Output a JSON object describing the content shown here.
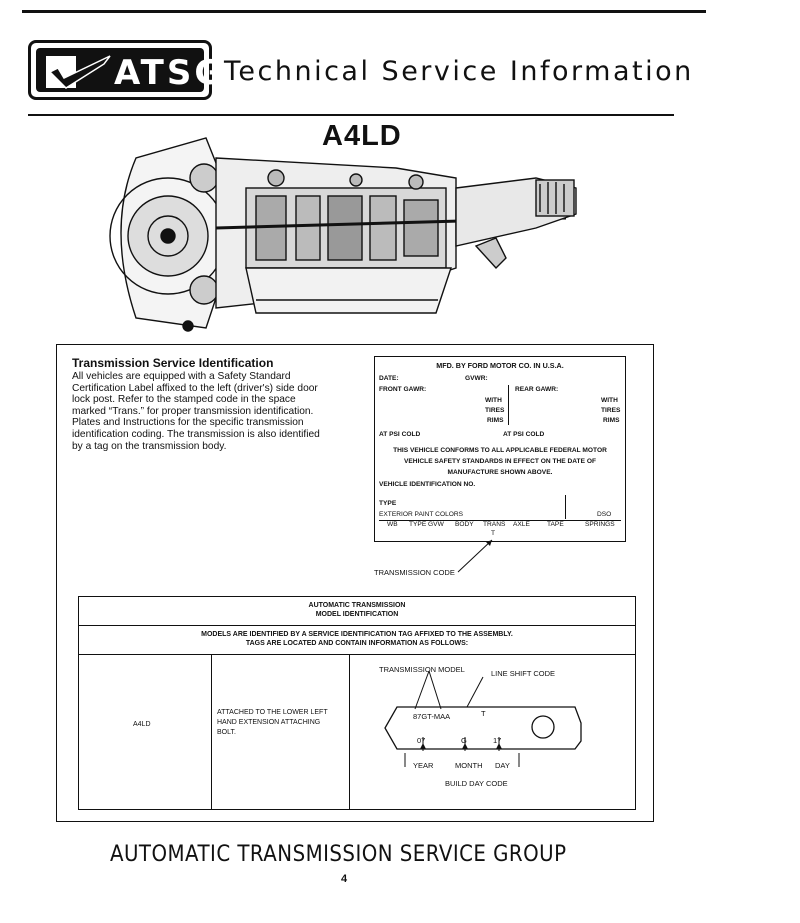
{
  "header": {
    "logo_text": "ATSG",
    "title": "Technical Service Information"
  },
  "doc_title": "A4LD",
  "service_id": {
    "heading": "Transmission Service Identification",
    "paragraph1": "All vehicles are equipped with a Safety Standard Certification Label affixed to the left (driver's) side door lock post. Refer to the stamped code in the space marked “Trans.” for proper transmission identification.",
    "paragraph2": "Plates and Instructions for the specific transmission identification coding. The transmission is also identified by a tag on the transmission body."
  },
  "label_plate": {
    "manufacturer": "MFD. BY FORD MOTOR CO. IN U.S.A.",
    "date": "DATE:",
    "gvwr": "GVWR:",
    "front_gawr": "FRONT GAWR:",
    "rear_gawr": "REAR GAWR:",
    "with": "WITH",
    "tires": "TIRES",
    "rims": "RIMS",
    "at_psi_cold": "AT    PSI COLD",
    "conformance_line1": "THIS VEHICLE CONFORMS TO ALL APPLICABLE FEDERAL MOTOR",
    "conformance_line2": "VEHICLE SAFETY STANDARDS IN EFFECT ON THE DATE OF",
    "conformance_line3": "MANUFACTURE SHOWN ABOVE.",
    "vin": "VEHICLE IDENTIFICATION NO.",
    "type": "TYPE",
    "exterior_paint": "EXTERIOR PAINT COLORS",
    "dso": "DSO",
    "code_columns": [
      "WB",
      "TYPE GVW",
      "BODY",
      "TRANS",
      "AXLE",
      "TAPE",
      "SPRINGS"
    ],
    "trans_value": "T"
  },
  "transmission_code_label": "TRANSMISSION CODE",
  "tag_table": {
    "title_line1": "AUTOMATIC TRANSMISSION",
    "title_line2": "MODEL IDENTIFICATION",
    "note_line1": "MODELS ARE IDENTIFIED BY A SERVICE IDENTIFICATION TAG AFFIXED TO THE ASSEMBLY.",
    "note_line2": "TAGS ARE LOCATED AND CONTAIN INFORMATION AS FOLLOWS:",
    "model": "A4LD",
    "location_line1": "ATTACHED TO THE LOWER LEFT",
    "location_line2": "HAND EXTENSION ATTACHING",
    "location_line3": "BOLT.",
    "tag_diagram": {
      "transmission_model_label": "TRANSMISSION MODEL",
      "line_shift_label": "LINE SHIFT CODE",
      "model_value": "87GT-MAA",
      "shift_value": "T",
      "year_value": "07",
      "month_value": "G",
      "day_value": "17",
      "year_label": "YEAR",
      "month_label": "MONTH",
      "day_label": "DAY",
      "build_day_label": "BUILD DAY CODE"
    }
  },
  "footer": {
    "title": "AUTOMATIC TRANSMISSION SERVICE GROUP",
    "page_number": "4"
  }
}
